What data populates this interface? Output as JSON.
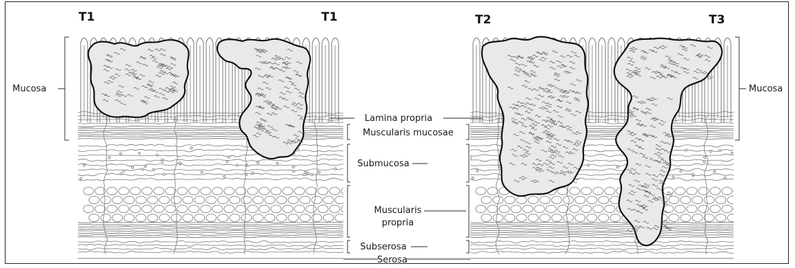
{
  "stages": {
    "t1_left": "T1",
    "t1_right": "T1",
    "t2": "T2",
    "t3": "T3"
  },
  "layers": {
    "mucosa_left": "Mucosa",
    "mucosa_right": "Mucosa",
    "lamina_propria": "Lamina propria",
    "muscularis_mucosae": "Muscularis mucosae",
    "submucosa": "Submucosa",
    "muscularis_propria_line1": "Muscularis",
    "muscularis_propria_line2": "propria",
    "subserosa": "Subserosa",
    "serosa": "Serosa"
  }
}
